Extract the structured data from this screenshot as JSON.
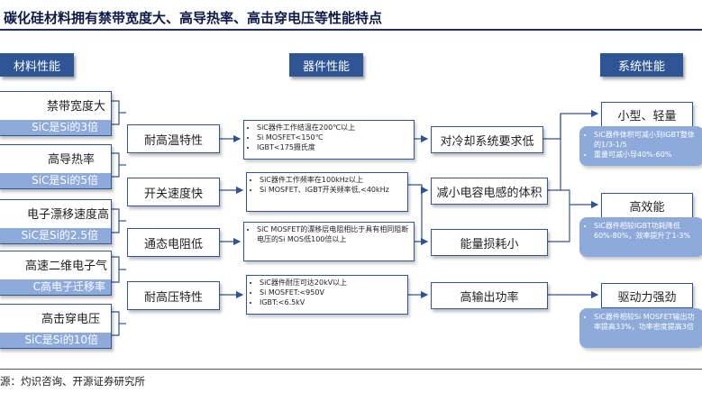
{
  "title": "碳化硅材料拥有禁带宽度大、高导热率、高击穿电压等性能特点",
  "source": "源：灼识咨询、开源证券研究所",
  "headers": {
    "material": "材料性能",
    "device": "器件性能",
    "system": "系统性能"
  },
  "materials": [
    {
      "label": "禁带宽度大",
      "sub": "SiC是Si的3倍"
    },
    {
      "label": "高导热率",
      "sub": "SiC是Si的5倍"
    },
    {
      "label": "电子漂移速度高",
      "sub": "SiC是Si的2.5倍"
    },
    {
      "label": "高速二维电子气",
      "sub": "C高电子迁移率"
    },
    {
      "label": "高击穿电压",
      "sub": "SiC是Si的10倍"
    }
  ],
  "devices": [
    {
      "label": "耐高温特性",
      "bullets": [
        "SiC器件工作结温在200℃以上",
        "Si MOSFET<150℃",
        "IGBT<175摄氏度"
      ]
    },
    {
      "label": "开关速度快",
      "bullets": [
        "SiC器件工作频率在100kHz以上",
        "Si MOSFET、IGBT开关频率低,<40kHz"
      ]
    },
    {
      "label": "通态电阻低",
      "bullets": [
        "SiC MOSFET的漂移层电阻相比于具有相同阻断电压的Si MOS低100倍以上"
      ]
    },
    {
      "label": "耐高压特性",
      "bullets": [
        "SiC器件耐压可达20kV以上",
        "Si MOSFET:<950V",
        "IGBT:<6.5kV"
      ]
    }
  ],
  "effects": [
    {
      "label": "对冷却系统要求低"
    },
    {
      "label": "减小电容电感的体积"
    },
    {
      "label": "能量损耗小"
    },
    {
      "label": "高输出功率"
    }
  ],
  "systems": [
    {
      "label": "小型、轻量",
      "notes": [
        "SiC器件体积可减小到IGBT整体的1/3-1/5",
        "重量可减小导40%-60%"
      ]
    },
    {
      "label": "高效能",
      "notes": [
        "SiC器件相较IGBT功耗降低60%-80%，效率提升了1-3%"
      ]
    },
    {
      "label": "驱动力强劲",
      "notes": [
        "SiC器件相较Si MOSFET输出功率提高33%，功率密度提高3倍"
      ]
    }
  ]
}
